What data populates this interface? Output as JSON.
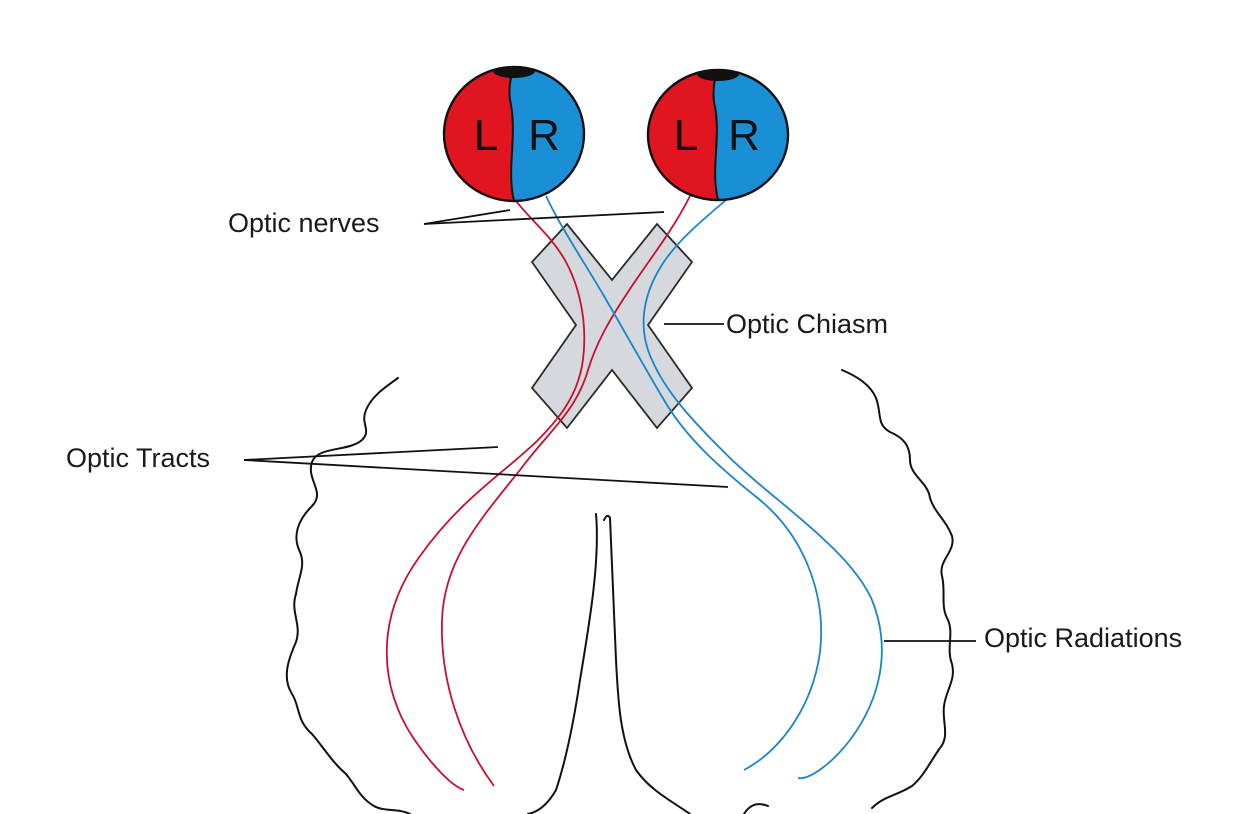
{
  "colors": {
    "left_field": "#e0151f",
    "right_field": "#1a8fd6",
    "chiasm_fill": "#d5d8dc",
    "chiasm_stroke": "#2a2a2a",
    "red_fiber": "#c8102e",
    "blue_fiber": "#1b84c9"
  },
  "eyes": [
    {
      "left_letter": "L",
      "right_letter": "R"
    },
    {
      "left_letter": "L",
      "right_letter": "R"
    }
  ],
  "labels": {
    "optic_nerves": "Optic nerves",
    "optic_chiasm": "Optic Chiasm",
    "optic_tracts": "Optic Tracts",
    "optic_radiations": "Optic Radiations"
  }
}
